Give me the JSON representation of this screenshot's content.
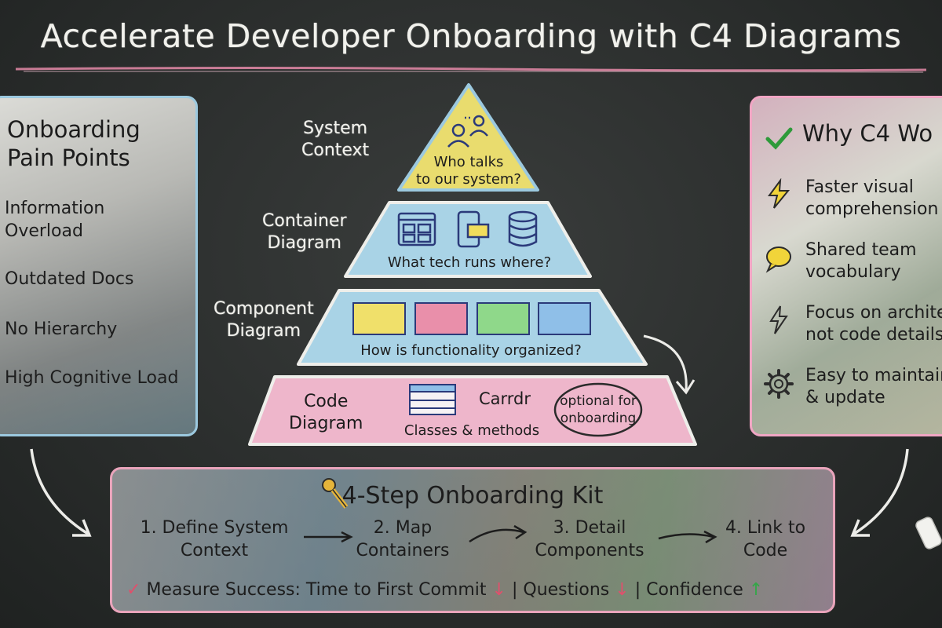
{
  "title": "Accelerate Developer Onboarding with C4 Diagrams",
  "pain_points": {
    "title_line1": "Onboarding",
    "title_line2": "Pain Points",
    "items": [
      {
        "line1": "Information",
        "line2": "Overload"
      },
      {
        "line1": "Outdated Docs",
        "line2": ""
      },
      {
        "line1": "No Hierarchy",
        "line2": ""
      },
      {
        "line1": "High Cognitive Load",
        "line2": ""
      }
    ]
  },
  "pyramid": {
    "levels": [
      {
        "label_line1": "System",
        "label_line2": "Context",
        "question_line1": "Who talks",
        "question_line2": "to our system?",
        "color": "#e9dc6e",
        "border": "#9cc9df"
      },
      {
        "label_line1": "Container",
        "label_line2": "Diagram",
        "question_line1": "What tech runs where?",
        "question_line2": "",
        "color": "#a9d3e6",
        "border": "#e9ece8"
      },
      {
        "label_line1": "Component",
        "label_line2": "Diagram",
        "question_line1": "How is functionality organized?",
        "question_line2": "",
        "color": "#a9d3e6",
        "border": "#e9ece8"
      },
      {
        "label_line1": "Code",
        "label_line2": "Diagram",
        "question_line1": "Classes & methods",
        "question_line2": "",
        "extra": "Carrdr",
        "note_line1": "optional for",
        "note_line2": "onboarding",
        "color": "#eeb6cb",
        "border": "#e9ece8"
      }
    ],
    "component_colors": [
      "#f0e06a",
      "#e98faa",
      "#8fd88a",
      "#8fbfe8"
    ]
  },
  "why_c4": {
    "title": "Why C4 Wo",
    "items": [
      {
        "line1": "Faster visual",
        "line2": "comprehension",
        "icon": "lightning-icon"
      },
      {
        "line1": "Shared team",
        "line2": "vocabulary",
        "icon": "speech-bubble-icon"
      },
      {
        "line1": "Focus on archite",
        "line2": "not code details",
        "icon": "bolt-outline-icon"
      },
      {
        "line1": "Easy to maintain",
        "line2": "& update",
        "icon": "gear-icon"
      }
    ]
  },
  "kit": {
    "title": "4-Step Onboarding Kit",
    "steps": [
      {
        "line1": "1. Define System",
        "line2": "Context"
      },
      {
        "line1": "2. Map",
        "line2": "Containers"
      },
      {
        "line1": "3. Detail",
        "line2": "Components"
      },
      {
        "line1": "4. Link to",
        "line2": "Code"
      }
    ],
    "measure": {
      "label": "Measure Success: Time to First Commit",
      "sep": "|",
      "questions": "Questions",
      "confidence": "Confidence",
      "down": "↓",
      "up": "↑",
      "check": "✓"
    }
  }
}
